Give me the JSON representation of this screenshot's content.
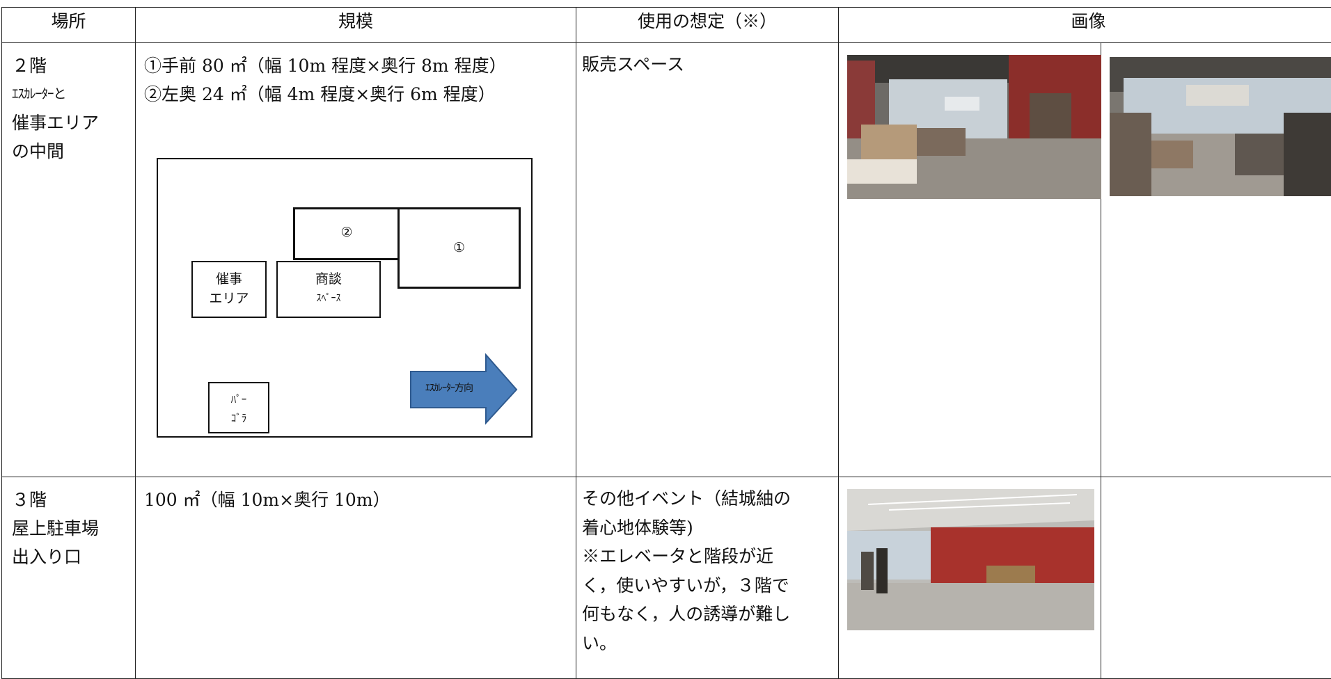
{
  "headers": {
    "location": "場所",
    "scale": "規模",
    "usage": "使用の想定（※）",
    "image": "画像"
  },
  "rows": [
    {
      "location": [
        "２階",
        "ｴｽｶﾚｰﾀｰと",
        "催事エリア",
        "の中間"
      ],
      "scale": [
        "①手前 80 ㎡（幅 10m 程度×奥行 8m 程度）",
        "②左奥 24 ㎡（幅 4m 程度×奥行 6m 程度）"
      ],
      "usage": [
        "販売スペース"
      ]
    },
    {
      "location": [
        "３階",
        "屋上駐車場",
        "出入り口"
      ],
      "scale": [
        "100 ㎡（幅 10m×奥行 10m）"
      ],
      "usage": [
        "その他イベント（結城紬の",
        "着心地体験等)",
        "※エレベータと階段が近",
        "く，使いやすいが，３階で",
        "何もなく，人の誘導が難し",
        "い。"
      ]
    }
  ],
  "diagram": {
    "box1": "①",
    "box2": "②",
    "event_area": [
      "催事",
      "エリア"
    ],
    "meeting_space": [
      "商談",
      "ｽﾍﾟｰｽ"
    ],
    "pergola": [
      "ﾊﾟｰ",
      "ｺﾞﾗ"
    ],
    "escalator_direction": "ｴｽｶﾚｰﾀｰ方向",
    "arrow_color": "#4a7ebb"
  },
  "photos": [
    {
      "name": "floor2-photo-left",
      "desc": "store-interior"
    },
    {
      "name": "floor2-photo-right",
      "desc": "store-interior"
    },
    {
      "name": "floor3-photo",
      "desc": "entrance-hall"
    }
  ]
}
